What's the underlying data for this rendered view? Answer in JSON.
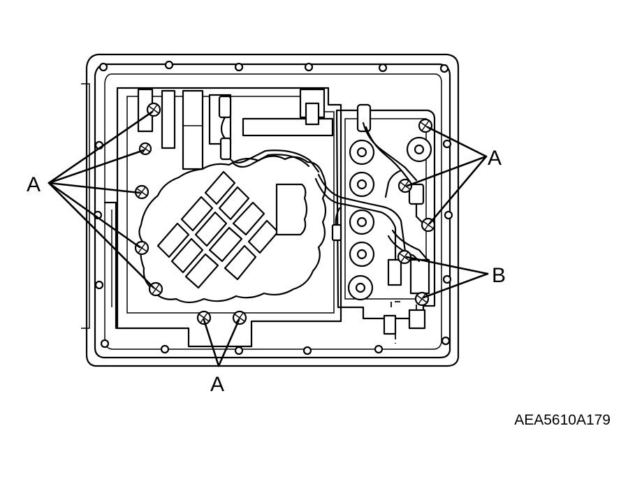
{
  "labels": {
    "bolt_a": "A",
    "bolt_b": "B"
  },
  "figure_code": "AEA5610A179"
}
